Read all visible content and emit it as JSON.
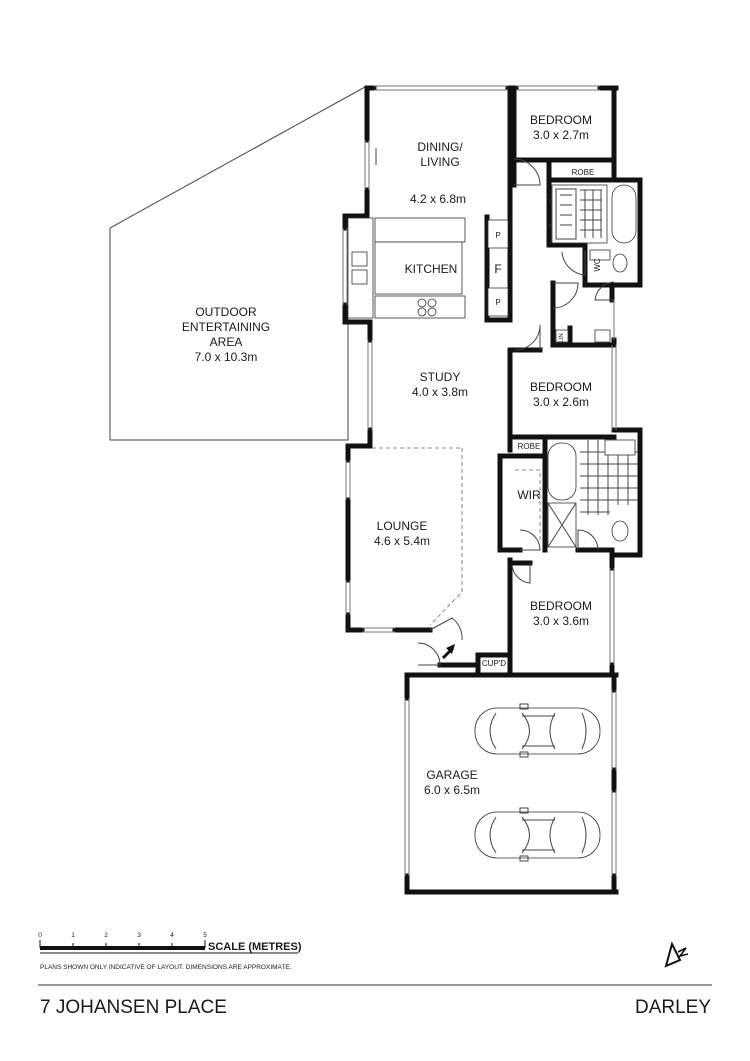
{
  "rooms": {
    "bedroom1": {
      "name": "BEDROOM",
      "dims": "3.0 x 2.7m"
    },
    "robe1": "ROBE",
    "dining": {
      "name_line1": "DINING/",
      "name_line2": "LIVING",
      "dims": "4.2 x 6.8m"
    },
    "kitchen": "KITCHEN",
    "pantry_top": "P",
    "fridge": "F",
    "pantry_bottom": "P",
    "wc": "WC",
    "linen": "LIN",
    "outdoor": {
      "line1": "OUTDOOR",
      "line2": "ENTERTAINING",
      "line3": "AREA",
      "dims": "7.0 x 10.3m"
    },
    "study": {
      "name": "STUDY",
      "dims": "4.0 x 3.8m"
    },
    "bedroom2": {
      "name": "BEDROOM",
      "dims": "3.0 x 2.6m"
    },
    "robe2": "ROBE",
    "wir": "WIR",
    "lounge": {
      "name": "LOUNGE",
      "dims": "4.6 x 5.4m"
    },
    "bedroom3": {
      "name": "BEDROOM",
      "dims": "3.0 x 3.6m"
    },
    "cupboard": "CUP'D",
    "garage": {
      "name": "GARAGE",
      "dims": "6.0 x 6.5m"
    }
  },
  "scale": {
    "ticks": [
      "0",
      "1",
      "2",
      "3",
      "4",
      "5"
    ],
    "title": "SCALE (METRES)",
    "note": "PLANS SHOWN ONLY INDICATIVE OF LAYOUT.  DIMENSIONS ARE APPROXIMATE."
  },
  "footer": {
    "address": "7 JOHANSEN PLACE",
    "suburb": "DARLEY"
  },
  "icons": [
    "north-arrow-icon",
    "car-icon",
    "entry-arrow-icon"
  ]
}
